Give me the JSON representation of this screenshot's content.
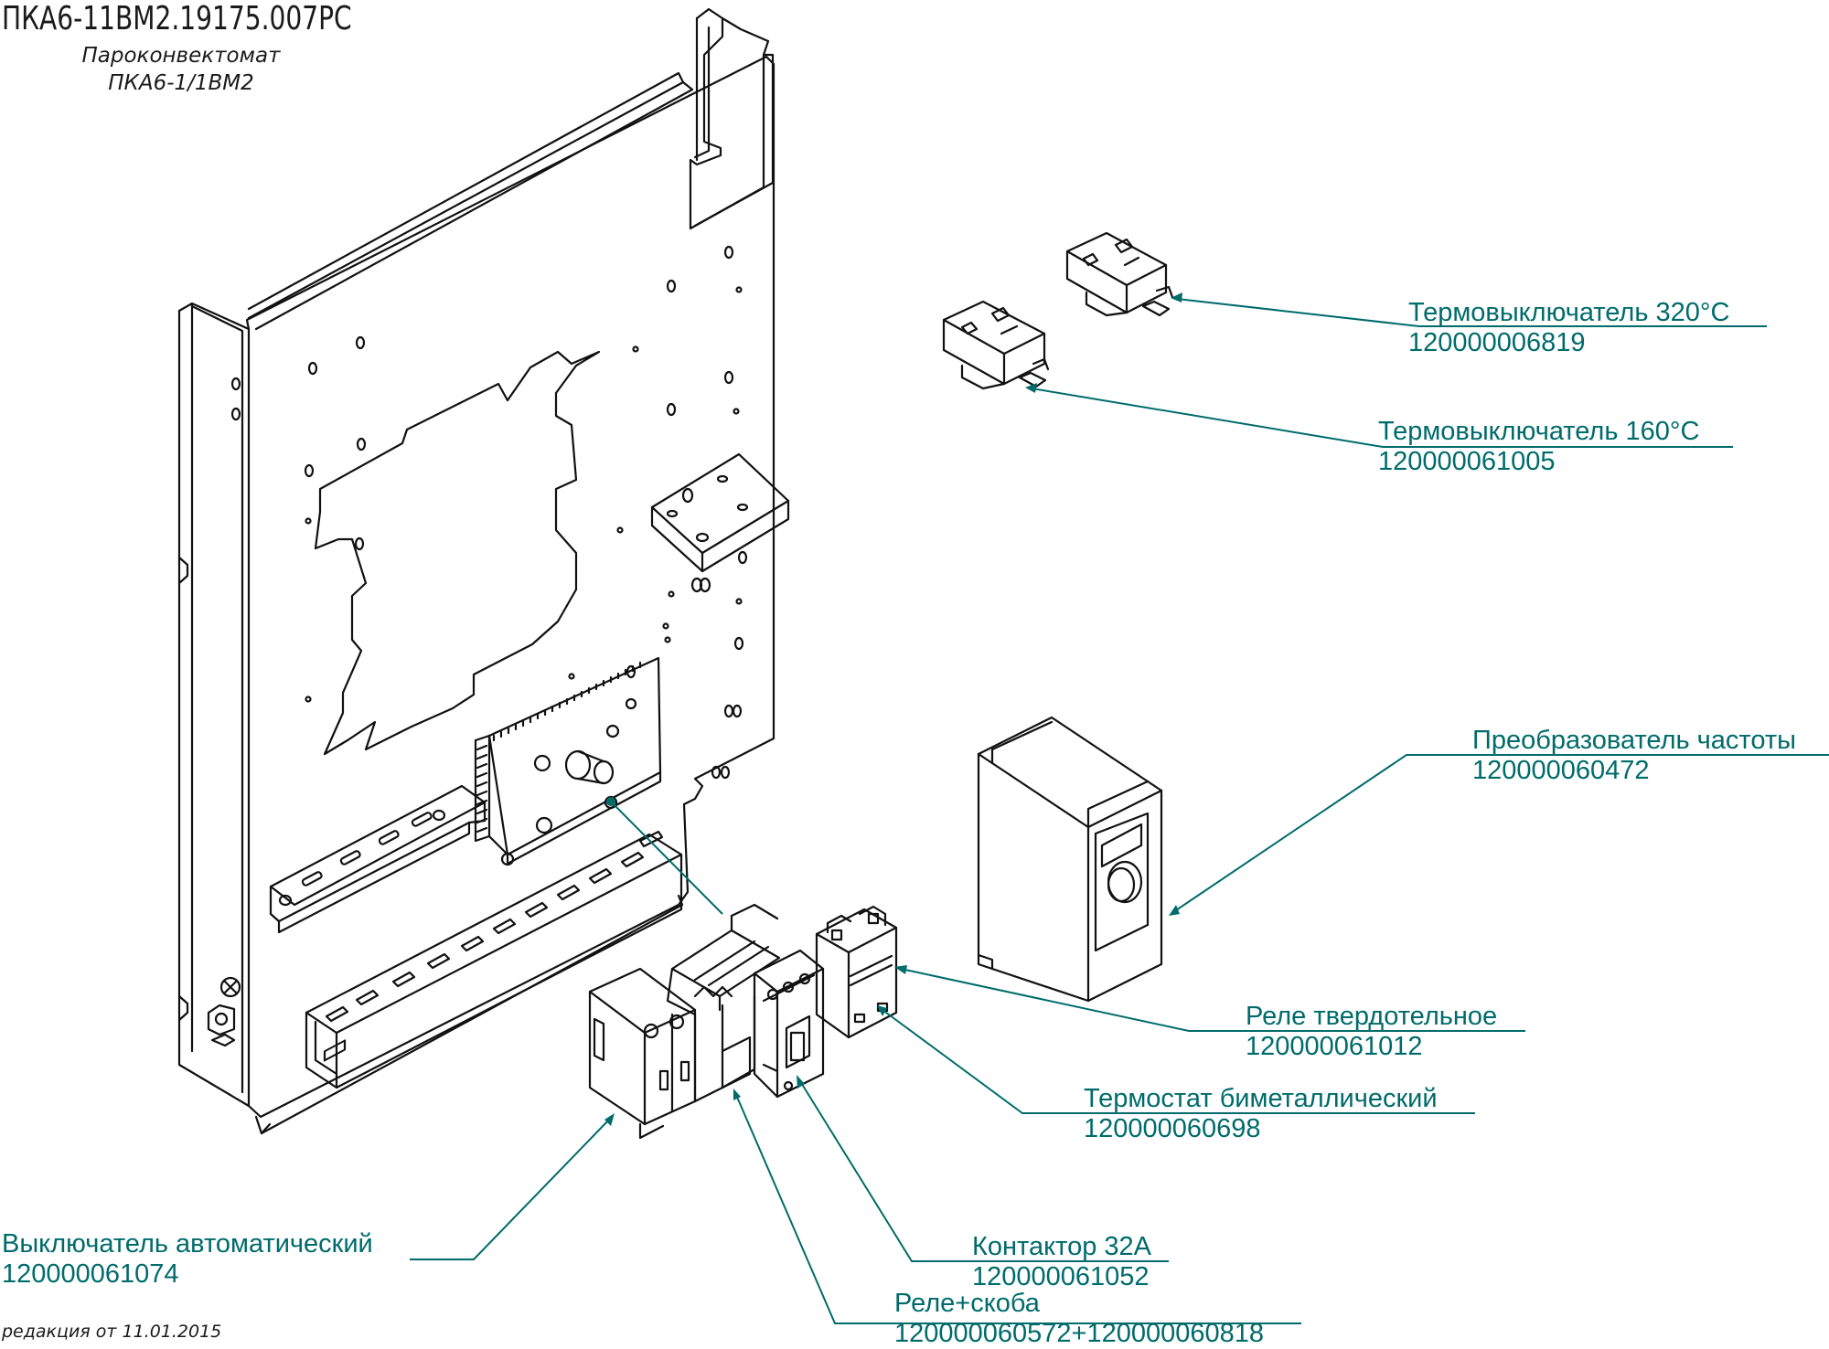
{
  "header": {
    "doc_code": "ПКА6-11ВМ2.19175.007РС",
    "title_line1": "Пароконвектомат",
    "title_line2": "ПКА6-1/1ВМ2"
  },
  "footer": {
    "revision": "редакция от 11.01.2015"
  },
  "colors": {
    "callout": "#006b6b",
    "drawing": "#111111"
  },
  "callouts": [
    {
      "id": "thermoswitch-320",
      "name": "Термовыключатель 320°С",
      "code": "120000006819"
    },
    {
      "id": "thermoswitch-160",
      "name": "Термовыключатель 160°С",
      "code": "120000061005"
    },
    {
      "id": "frequency-converter",
      "name": "Преобразователь частоты",
      "code": "120000060472"
    },
    {
      "id": "solid-state-relay",
      "name": "Реле твердотельное",
      "code": "120000061012"
    },
    {
      "id": "bimetal-thermostat",
      "name": "Термостат биметаллический",
      "code": "120000060698"
    },
    {
      "id": "circuit-breaker",
      "name": "Выключатель автоматический",
      "code": "120000061074"
    },
    {
      "id": "contactor-32a",
      "name": "Контактор 32А",
      "code": "120000061052"
    },
    {
      "id": "relay-bracket",
      "name": "Реле+скоба",
      "code": "120000060572+120000060818"
    }
  ]
}
